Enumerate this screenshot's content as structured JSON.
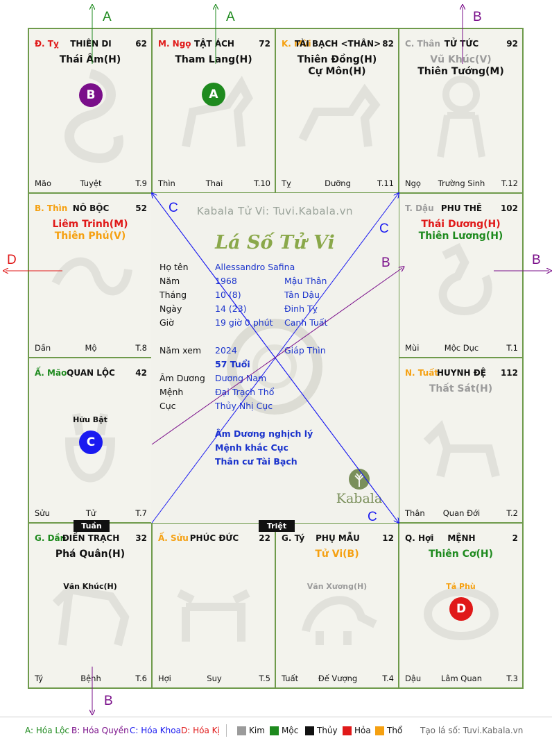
{
  "palaces": {
    "ty": {
      "can": "Đ. Tỵ",
      "can_color": "#e01919",
      "name": "THIÊN DI",
      "num": "62",
      "stars": [
        {
          "t": "Thái Âm(H)",
          "c": "#111111"
        }
      ],
      "aux": [],
      "ftl": "Mão",
      "ftc": "Tuyệt",
      "ftr": "T.9"
    },
    "ngo": {
      "can": "M. Ngọ",
      "can_color": "#e01919",
      "name": "TẬT ÁCH",
      "num": "72",
      "stars": [
        {
          "t": "Tham Lang(H)",
          "c": "#111111"
        }
      ],
      "aux": [],
      "ftl": "Thìn",
      "ftc": "Thai",
      "ftr": "T.10"
    },
    "mui": {
      "can": "K. Mùi",
      "can_color": "#f5a011",
      "name": "TÀI BẠCH <THÂN>",
      "num": "82",
      "stars": [
        {
          "t": "Thiên Đồng(H)",
          "c": "#111111"
        },
        {
          "t": "Cự Môn(H)",
          "c": "#111111"
        }
      ],
      "aux": [],
      "ftl": "Tỵ",
      "ftc": "Dưỡng",
      "ftr": "T.11"
    },
    "than": {
      "can": "C. Thân",
      "can_color": "#9b9b9b",
      "name": "TỬ TỨC",
      "num": "92",
      "stars": [
        {
          "t": "Vũ Khúc(V)",
          "c": "#9b9b9b"
        },
        {
          "t": "Thiên Tướng(M)",
          "c": "#111111"
        }
      ],
      "aux": [],
      "ftl": "Ngọ",
      "ftc": "Trường Sinh",
      "ftr": "T.12"
    },
    "thin": {
      "can": "B. Thìn",
      "can_color": "#f5a011",
      "name": "NÔ BỘC",
      "num": "52",
      "stars": [
        {
          "t": "Liêm Trinh(M)",
          "c": "#e01919"
        },
        {
          "t": "Thiên Phủ(V)",
          "c": "#f5a011"
        }
      ],
      "aux": [],
      "ftl": "Dần",
      "ftc": "Mộ",
      "ftr": "T.8"
    },
    "dau": {
      "can": "T. Dậu",
      "can_color": "#9b9b9b",
      "name": "PHU THÊ",
      "num": "102",
      "stars": [
        {
          "t": "Thái Dương(H)",
          "c": "#e01919"
        },
        {
          "t": "Thiên Lương(H)",
          "c": "#1e8a1e"
        }
      ],
      "aux": [],
      "ftl": "Mùi",
      "ftc": "Mộc Dục",
      "ftr": "T.1"
    },
    "mao": {
      "can": "Ấ. Mão",
      "can_color": "#1e8a1e",
      "name": "QUAN LỘC",
      "num": "42",
      "stars": [],
      "aux": [
        {
          "t": "Hữu Bật",
          "c": "#111111"
        }
      ],
      "ftl": "Sửu",
      "ftc": "Tử",
      "ftr": "T.7"
    },
    "tuat": {
      "can": "N. Tuất",
      "can_color": "#f5a011",
      "name": "HUYNH ĐỆ",
      "num": "112",
      "stars": [
        {
          "t": "Thất Sát(H)",
          "c": "#9b9b9b"
        }
      ],
      "aux": [],
      "ftl": "Thân",
      "ftc": "Quan Đới",
      "ftr": "T.2"
    },
    "dan": {
      "can": "G. Dần",
      "can_color": "#1e8a1e",
      "name": "ĐIỀN TRẠCH",
      "num": "32",
      "stars": [
        {
          "t": "Phá Quân(H)",
          "c": "#111111"
        }
      ],
      "aux": [
        {
          "t": "Văn Khúc(H)",
          "c": "#111111"
        }
      ],
      "ftl": "Tý",
      "ftc": "Bệnh",
      "ftr": "T.6"
    },
    "suu": {
      "can": "Ấ. Sửu",
      "can_color": "#f5a011",
      "name": "PHÚC ĐỨC",
      "num": "22",
      "stars": [],
      "aux": [],
      "ftl": "Hợi",
      "ftc": "Suy",
      "ftr": "T.5"
    },
    "ty2": {
      "can": "G. Tý",
      "can_color": "#111111",
      "name": "PHỤ MẪU",
      "num": "12",
      "stars": [
        {
          "t": "Tử Vi(B)",
          "c": "#f5a011"
        }
      ],
      "aux": [
        {
          "t": "Văn Xương(H)",
          "c": "#9b9b9b"
        }
      ],
      "ftl": "Tuất",
      "ftc": "Đế Vượng",
      "ftr": "T.4"
    },
    "hoi": {
      "can": "Q. Hợi",
      "can_color": "#111111",
      "name": "MỆNH",
      "num": "2",
      "stars": [
        {
          "t": "Thiên Cơ(H)",
          "c": "#1e8a1e"
        }
      ],
      "aux": [
        {
          "t": "Tả Phù",
          "c": "#f5a011"
        }
      ],
      "ftl": "Dậu",
      "ftc": "Lâm Quan",
      "ftr": "T.3"
    }
  },
  "circles": {
    "ty": {
      "l": "B",
      "c": "#7a0f8a"
    },
    "ngo": {
      "l": "A",
      "c": "#1e8a1e"
    },
    "mao": {
      "l": "C",
      "c": "#1a1af0"
    },
    "hoi": {
      "l": "D",
      "c": "#e01919"
    }
  },
  "center": {
    "watermark": "Kabala Tử Vi: Tuvi.Kabala.vn",
    "title": "Lá Số Tử Vi",
    "rows": [
      {
        "lb": "Họ tên",
        "v1": "Allessandro Safina",
        "v2": ""
      },
      {
        "lb": "Năm",
        "v1": "1968",
        "v2": "Mậu Thân"
      },
      {
        "lb": "Tháng",
        "v1": "10 (8)",
        "v2": "Tân Dậu"
      },
      {
        "lb": "Ngày",
        "v1": "14  (23)",
        "v2": "Đinh Tỵ"
      },
      {
        "lb": "Giờ",
        "v1": "19 giờ 0 phút",
        "v2": "Canh Tuất"
      },
      {
        "lb": "Năm xem",
        "v1": "2024",
        "v2": "Giáp Thìn"
      },
      {
        "lb": "",
        "v1": "",
        "v2": ""
      },
      {
        "lb": "Âm Dương",
        "v1": "Dương Nam",
        "v2": ""
      },
      {
        "lb": "Mệnh",
        "v1": "Đại Trạch Thổ",
        "v2": ""
      },
      {
        "lb": "Cục",
        "v1": "Thủy Nhị Cục",
        "v2": ""
      }
    ],
    "age": "57 Tuổi",
    "notes": [
      "Âm Dương nghịch lý",
      "Mệnh khắc Cục",
      "Thân cư Tài Bạch"
    ],
    "logo_text": "Kabala"
  },
  "tags": {
    "tuan": "Tuần",
    "triet": "Triệt"
  },
  "arrow_labels": {
    "top_a1": "A",
    "top_a2": "A",
    "top_b": "B",
    "left_d": "D",
    "right_b": "B",
    "bottom_b": "B",
    "line_c1": "C",
    "line_c2": "C",
    "line_c3": "C",
    "line_b": "B"
  },
  "legend": {
    "a": "A: Hóa Lộc",
    "b": "B: Hóa Quyền",
    "c": "C: Hóa Khoa",
    "d": "D: Hóa Kị",
    "kim": "Kim",
    "moc": "Mộc",
    "thuy": "Thủy",
    "hoa": "Hỏa",
    "tho": "Thổ",
    "site": "Tạo lá số: Tuvi.Kabala.vn",
    "colors": {
      "a": "#1e8a1e",
      "b": "#7a0f8a",
      "c": "#1a1af0",
      "d": "#e01919",
      "kim": "#9b9b9b",
      "moc": "#1e8a1e",
      "thuy": "#111111",
      "hoa": "#e01919",
      "tho": "#f5a011"
    }
  }
}
